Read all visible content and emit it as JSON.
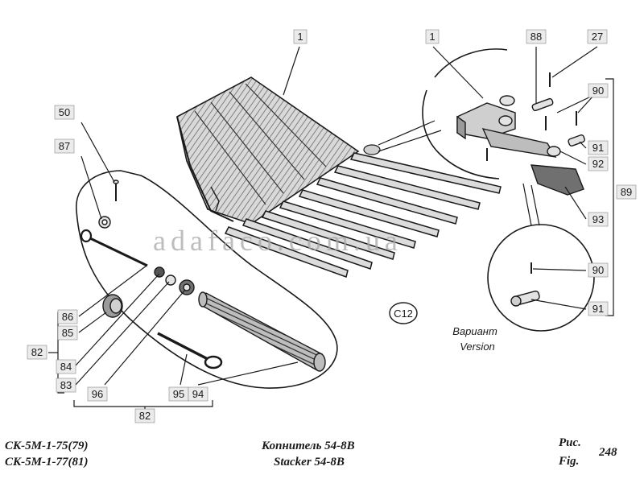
{
  "parts": {
    "p1a": "1",
    "p1b": "1",
    "p88": "88",
    "p27": "27",
    "p50": "50",
    "p87": "87",
    "p90a": "90",
    "p91a": "91",
    "p92": "92",
    "p89": "89",
    "p93": "93",
    "p90b": "90",
    "p91b": "91",
    "p86": "86",
    "p85": "85",
    "p82a": "82",
    "p84": "84",
    "p83": "83",
    "p96": "96",
    "p95": "95",
    "p94": "94",
    "p82b": "82"
  },
  "callout": "C12",
  "variant": {
    "ru": "Вариант",
    "en": "Version"
  },
  "watermark": "adafaco.com.ua",
  "footer": {
    "model1": "СК-5М-1-75(79)",
    "model2": "СК-5М-1-77(81)",
    "title_ru": "Копнитель 54-8В",
    "title_en": "Stacker 54-8B",
    "fig_ru": "Рис.",
    "fig_en": "Fig.",
    "fig_num": "248"
  },
  "colors": {
    "ink": "#1a1a1a",
    "label_bg": "#ebebeb",
    "hatch": "#555555"
  }
}
